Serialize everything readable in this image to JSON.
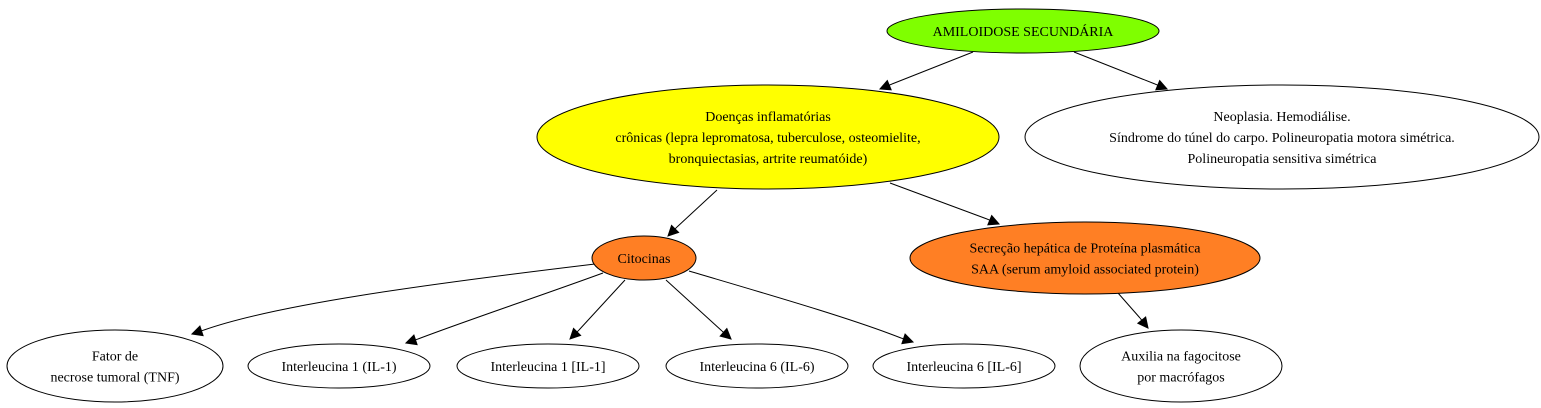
{
  "colors": {
    "green": "#7fff00",
    "yellow": "#ffff00",
    "orange": "#ff7f24",
    "white": "#ffffff",
    "stroke": "#000000"
  },
  "nodes": [
    {
      "id": "amiloidose",
      "fill": "green",
      "lines": [
        "AMILOIDOSE SECUNDÁRIA"
      ]
    },
    {
      "id": "doencas",
      "fill": "yellow",
      "lines": [
        "Doenças inflamatórias",
        "crônicas (lepra lepromatosa, tuberculose, osteomielite,",
        "bronquiectasias, artrite reumatóide)"
      ]
    },
    {
      "id": "neoplasia",
      "fill": "white",
      "lines": [
        "Neoplasia. Hemodiálise.",
        "Síndrome do túnel do carpo. Polineuropatia motora simétrica.",
        "Polineuropatia sensitiva simétrica"
      ]
    },
    {
      "id": "citocinas",
      "fill": "orange",
      "lines": [
        "Citocinas"
      ]
    },
    {
      "id": "secrecao",
      "fill": "orange",
      "lines": [
        "Secreção hepática de Proteína plasmática",
        "SAA (serum amyloid associated protein)"
      ]
    },
    {
      "id": "tnf",
      "fill": "white",
      "lines": [
        "Fator de",
        "necrose tumoral (TNF)"
      ]
    },
    {
      "id": "il1a",
      "fill": "white",
      "lines": [
        "Interleucina 1 (IL-1)"
      ]
    },
    {
      "id": "il1b",
      "fill": "white",
      "lines": [
        "Interleucina 1 [IL-1]"
      ]
    },
    {
      "id": "il6a",
      "fill": "white",
      "lines": [
        "Interleucina 6 (IL-6)"
      ]
    },
    {
      "id": "il6b",
      "fill": "white",
      "lines": [
        "Interleucina 6 [IL-6]"
      ]
    },
    {
      "id": "fagocitose",
      "fill": "white",
      "lines": [
        "Auxilia na fagocitose",
        "por macrófagos"
      ]
    }
  ],
  "edges": [
    {
      "from": "amiloidose",
      "to": "doencas"
    },
    {
      "from": "amiloidose",
      "to": "neoplasia"
    },
    {
      "from": "doencas",
      "to": "citocinas"
    },
    {
      "from": "doencas",
      "to": "secrecao"
    },
    {
      "from": "citocinas",
      "to": "tnf"
    },
    {
      "from": "citocinas",
      "to": "il1a"
    },
    {
      "from": "citocinas",
      "to": "il1b"
    },
    {
      "from": "citocinas",
      "to": "il6a"
    },
    {
      "from": "citocinas",
      "to": "il6b"
    },
    {
      "from": "secrecao",
      "to": "fagocitose"
    }
  ]
}
